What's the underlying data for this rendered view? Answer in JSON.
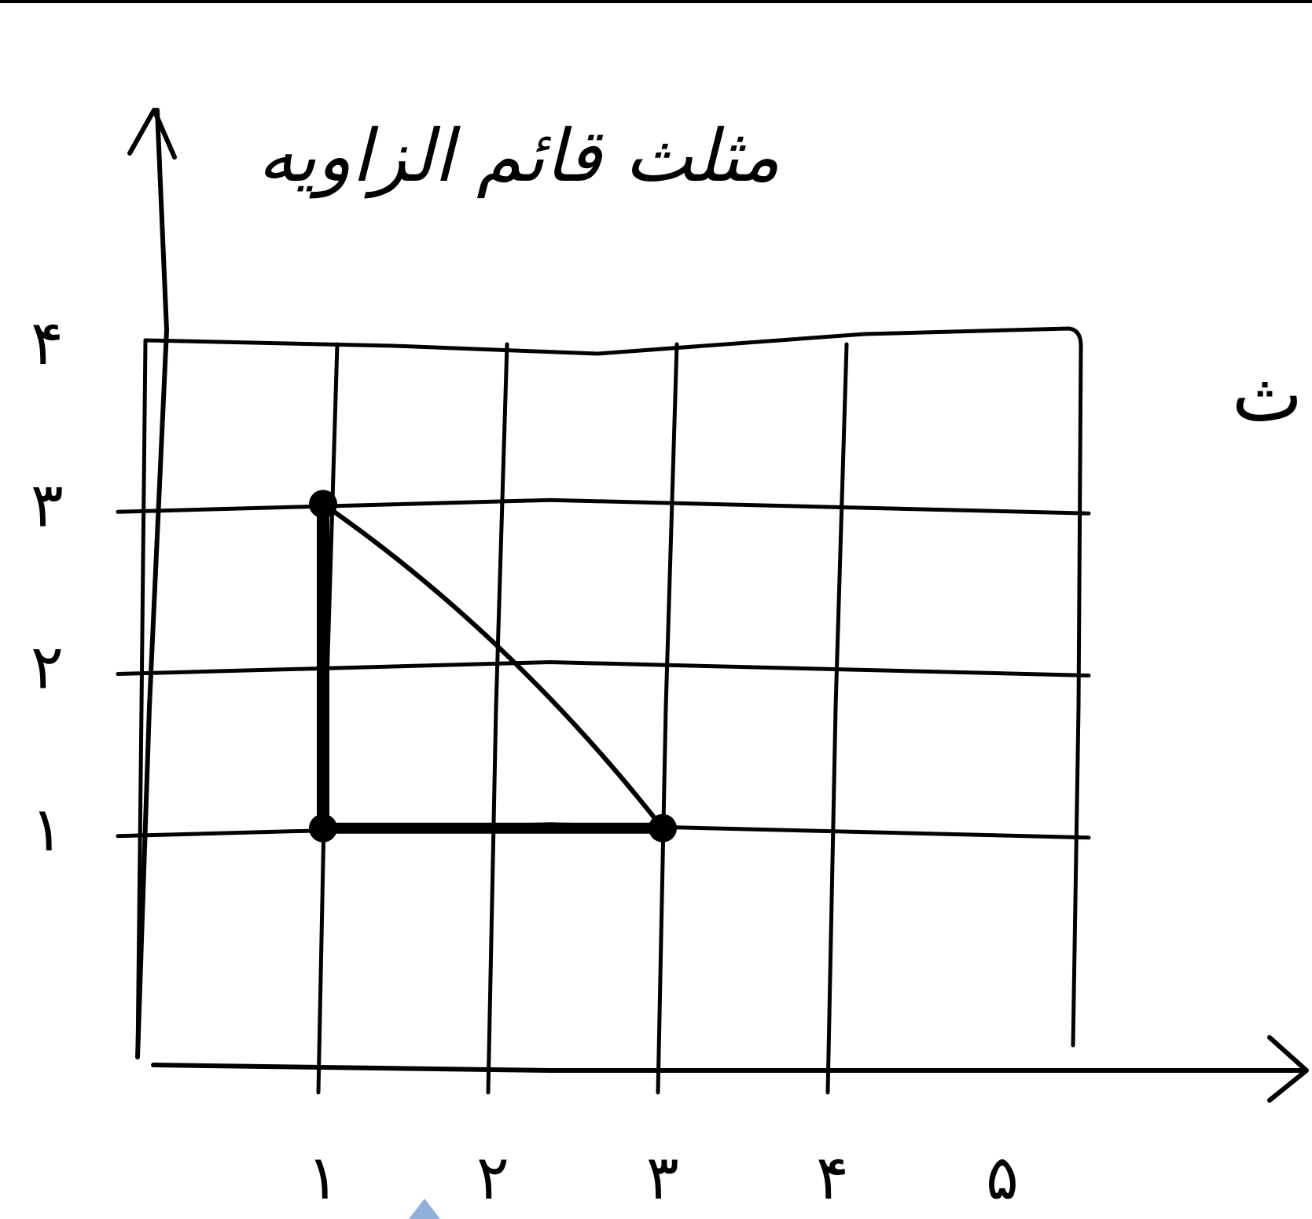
{
  "title": "مثلث قائم الزاويه",
  "margin_fragment": "ث",
  "axes": {
    "x_ticks": [
      "۱",
      "۲",
      "۳",
      "۴",
      "۵"
    ],
    "y_ticks": [
      "۱",
      "۲",
      "۳",
      "۴"
    ],
    "x_range": [
      0,
      5
    ],
    "y_range": [
      0,
      4
    ]
  },
  "triangle": {
    "vertices": [
      {
        "x": 1,
        "y": 3
      },
      {
        "x": 1,
        "y": 1
      },
      {
        "x": 3,
        "y": 1
      }
    ],
    "right_angle_vertex": {
      "x": 1,
      "y": 1
    }
  },
  "colors": {
    "ink": "#000000",
    "paper": "#ffffff",
    "marker": "#8fb0d8"
  },
  "icons": {
    "marker": "triangle-up-icon"
  }
}
